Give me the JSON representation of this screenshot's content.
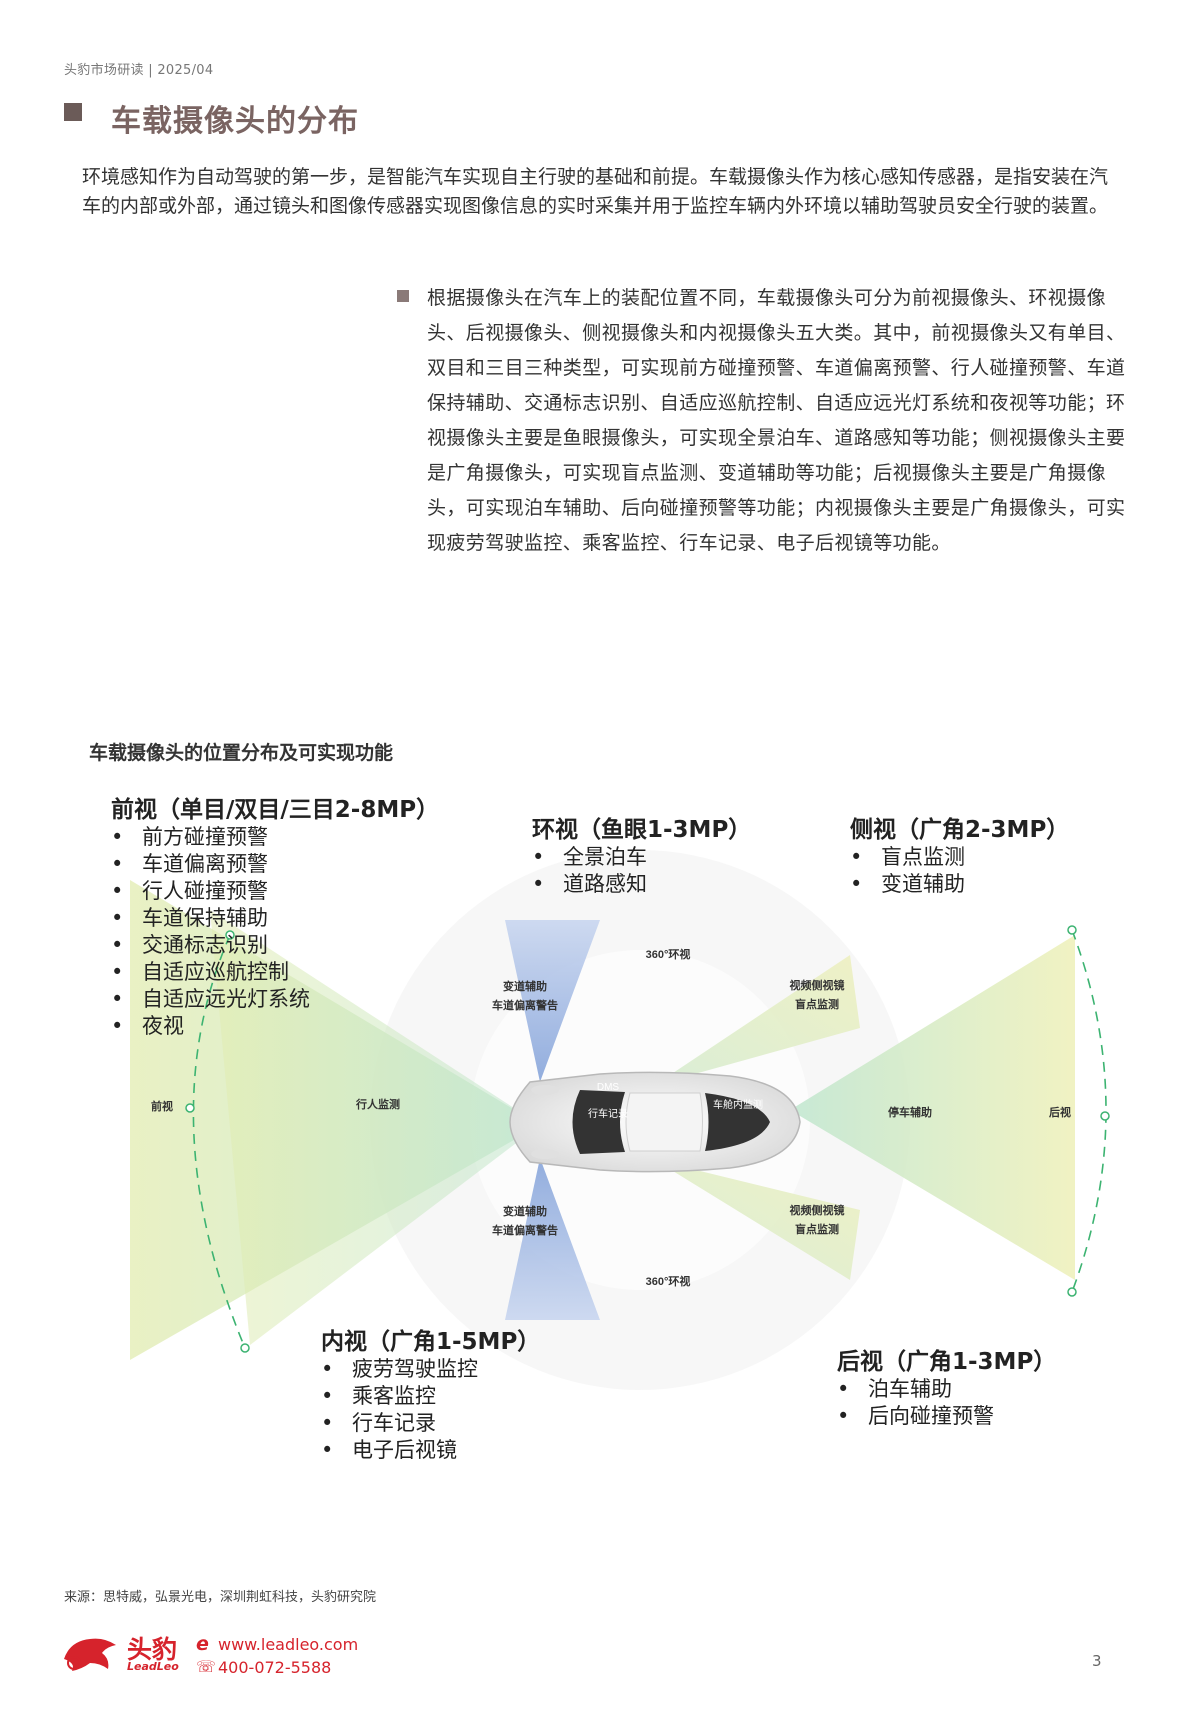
{
  "header": {
    "note": "头豹市场研读 | 2025/04"
  },
  "title": "车载摄像头的分布",
  "intro": "环境感知作为自动驾驶的第一步，是智能汽车实现自主行驶的基础和前提。车载摄像头作为核心感知传感器，是指安装在汽车的内部或外部，通过镜头和图像传感器实现图像信息的实时采集并用于监控车辆内外环境以辅助驾驶员安全行驶的装置。",
  "bullet": "根据摄像头在汽车上的装配位置不同，车载摄像头可分为前视摄像头、环视摄像头、后视摄像头、侧视摄像头和内视摄像头五大类。其中，前视摄像头又有单目、双目和三目三种类型，可实现前方碰撞预警、车道偏离预警、行人碰撞预警、车道保持辅助、交通标志识别、自适应巡航控制、自适应远光灯系统和夜视等功能；环视摄像头主要是鱼眼摄像头，可实现全景泊车、道路感知等功能；侧视摄像头主要是广角摄像头，可实现盲点监测、变道辅助等功能；后视摄像头主要是广角摄像头，可实现泊车辅助、后向碰撞预警等功能；内视摄像头主要是广角摄像头，可实现疲劳驾驶监控、乘客监控、行车记录、电子后视镜等功能。",
  "diagram": {
    "title": "车载摄像头的位置分布及可实现功能",
    "groups": {
      "front": {
        "title": "前视（单目/双目/三目2-8MP）",
        "items": [
          "前方碰撞预警",
          "车道偏离预警",
          "行人碰撞预警",
          "车道保持辅助",
          "交通标志识别",
          "自适应巡航控制",
          "自适应远光灯系统",
          "夜视"
        ]
      },
      "surround": {
        "title": "环视（鱼眼1-3MP）",
        "items": [
          "全景泊车",
          "道路感知"
        ]
      },
      "side": {
        "title": "侧视（广角2-3MP）",
        "items": [
          "盲点监测",
          "变道辅助"
        ]
      },
      "interior": {
        "title": "内视（广角1-5MP）",
        "items": [
          "疲劳驾驶监控",
          "乘客监控",
          "行车记录",
          "电子后视镜"
        ]
      },
      "rear": {
        "title": "后视（广角1-3MP）",
        "items": [
          "泊车辅助",
          "后向碰撞预警"
        ]
      }
    },
    "labels": {
      "front": "前视",
      "pedestrian": "行人监测",
      "surround_top": "360°环视",
      "surround_bottom": "360°环视",
      "lane_top_1": "变道辅助",
      "lane_top_2": "车道偏离警告",
      "lane_bottom_1": "变道辅助",
      "lane_bottom_2": "车道偏离警告",
      "mirror_top_1": "视频侧视镜",
      "mirror_top_2": "盲点监测",
      "mirror_bottom_1": "视频侧视镜",
      "mirror_bottom_2": "盲点监测",
      "parking": "停车辅助",
      "rear": "后视",
      "dms": "DMS",
      "recorder": "行车记录",
      "cabin": "车舱内监测"
    }
  },
  "source": "来源：思特威，弘景光电，深圳荆虹科技，头豹研究院",
  "footer": {
    "brand_cn": "头豹",
    "brand_en": "LeadLeo",
    "web_icon": "e",
    "website": "www.leadleo.com",
    "phone_icon": "☏",
    "phone": "400-072-5588",
    "page": "3"
  },
  "colors": {
    "title": "#7a6462",
    "brand": "#d6232c",
    "fan_green": "#c8e6a0",
    "fan_blue": "#8aa8dc"
  }
}
